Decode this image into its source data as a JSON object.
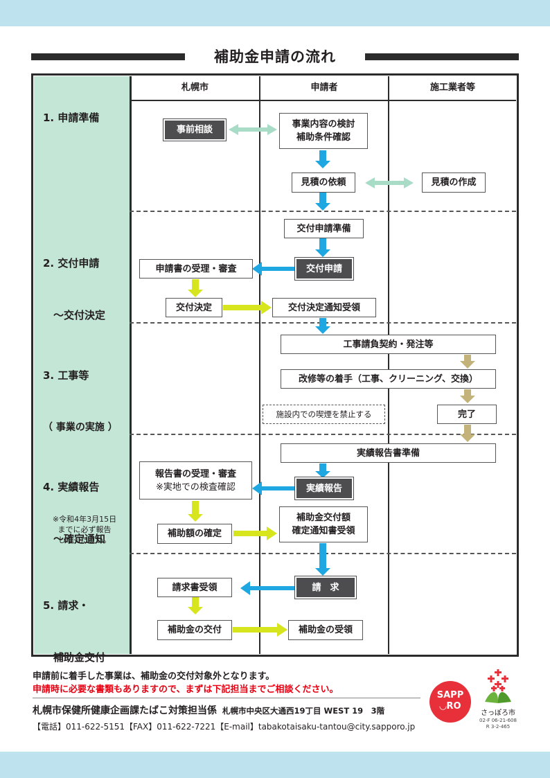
{
  "title": "補助金申請の流れ",
  "columns": {
    "city": "札幌市",
    "applicant": "申請者",
    "contractor": "施工業者等"
  },
  "stages": {
    "s1": "1. 申請準備",
    "s2_line1": "2. 交付申請",
    "s2_line2": "　～交付決定",
    "s3_line1": "3. 工事等",
    "s3_line2": "（ 事業の実施 ）",
    "s4_line1": "4. 実績報告",
    "s4_line2": "　～確定通知",
    "s4_note": "※令和4年3月15日\nまでに必ず報告\nしてください。",
    "s5_line1": "5. 請求・",
    "s5_line2": "　補助金交付"
  },
  "boxes": {
    "prior_consult": "事前相談",
    "review_content_1": "事業内容の検討",
    "review_content_2": "補助条件確認",
    "quote_request": "見積の依頼",
    "quote_create": "見積の作成",
    "app_prep": "交付申請準備",
    "app_receipt": "申請書の受理・審査",
    "app_submit": "交付申請",
    "grant_decision": "交付決定",
    "decision_notice": "交付決定通知受領",
    "contract": "工事請負契約・発注等",
    "start_work": "改修等の着手（工事、クリーニング、交換）",
    "no_smoking": "施設内での喫煙を禁止する",
    "complete": "完了",
    "report_prep": "実績報告書準備",
    "report_receipt_1": "報告書の受理・審査",
    "report_receipt_2": "※実地での検査確認",
    "report_submit": "実績報告",
    "amount_confirm": "補助額の確定",
    "confirm_notice_1": "補助金交付額",
    "confirm_notice_2": "確定通知書受領",
    "invoice_receipt": "請求書受領",
    "invoice": "請　求",
    "grant_payment": "補助金の交付",
    "grant_receipt": "補助金の受領"
  },
  "footer": {
    "line1": "申請前に着手した事業は、補助金の交付対象外となります。",
    "line2": "申請時に必要な書類もありますので、まずは下記担当までご相談ください。",
    "dept": "札幌市保健所健康企画課たばこ対策担当係",
    "address": "札幌市中央区大通西19丁目 WEST 19　3階",
    "contact": "【電話】011-622-5151【FAX】011-622-7221【E-mail】tabakotaisaku-tantou@city.sapporo.jp"
  },
  "logo": {
    "line1": "SAPP",
    "line2": "◡RO",
    "city_label": "さっぽろ市",
    "code_1": "02-F 06-21-608",
    "code_2": "R 3-2-465"
  },
  "colors": {
    "stage_bg": "#c4e6d6",
    "band": "#bfe3ee",
    "blue_arrow": "#1ea7e1",
    "green_arrow": "#a8dcc6",
    "yellow_arrow": "#d7e51e",
    "tan_arrow": "#c3b37a",
    "dark_box": "#4d4d4f",
    "warning_red": "#e60012"
  }
}
